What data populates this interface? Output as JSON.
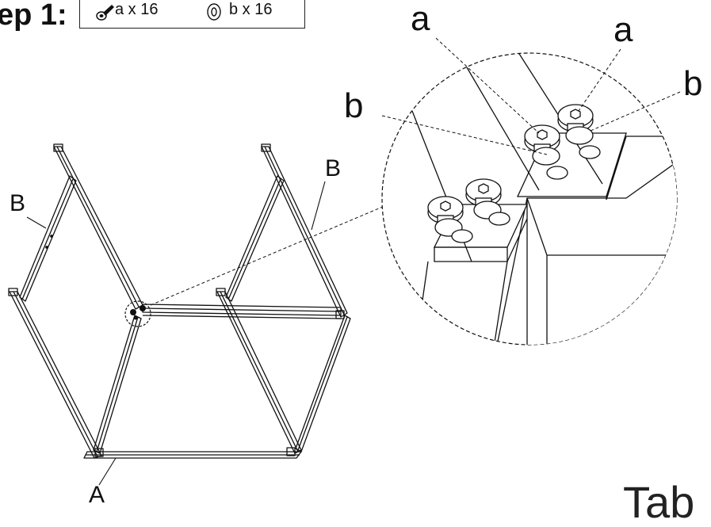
{
  "step": {
    "title": "ep 1:"
  },
  "parts": [
    {
      "icon": "screw-icon",
      "label": "a x 16"
    },
    {
      "icon": "washer-icon",
      "label": "b x 16"
    }
  ],
  "frame_labels": {
    "left_side": "B",
    "right_side": "B",
    "front": "A"
  },
  "detail_labels": {
    "screw_left": "a",
    "screw_right": "a",
    "washer_left": "b",
    "washer_right": "b"
  },
  "footer": {
    "text": "Tab"
  },
  "colors": {
    "ink": "#111111",
    "background": "#ffffff"
  }
}
